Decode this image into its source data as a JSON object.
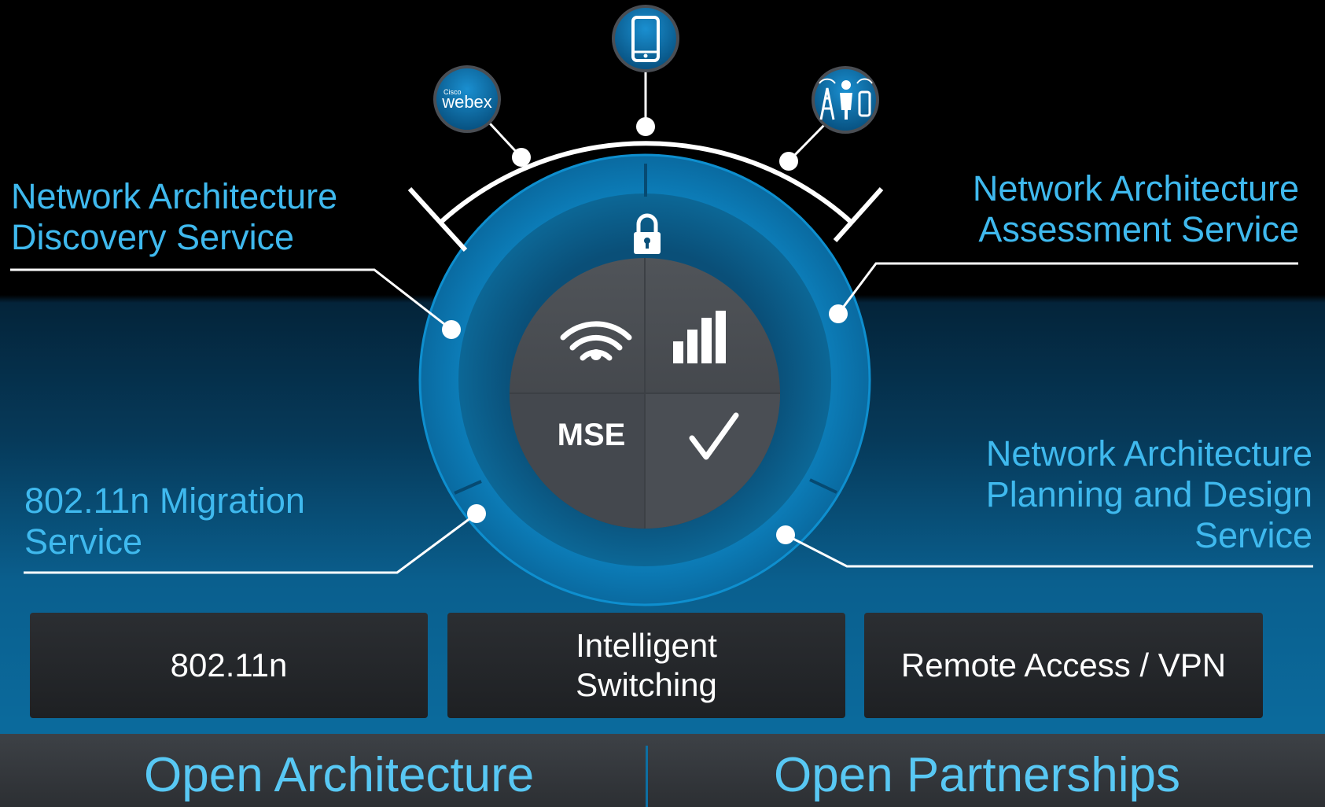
{
  "services": {
    "discovery": [
      "Network Architecture",
      "Discovery Service"
    ],
    "assessment": [
      "Network Architecture",
      "Assessment Service"
    ],
    "migration": [
      "802.11n Migration",
      "Service"
    ],
    "planning": [
      "Network Architecture",
      "Planning and Design",
      "Service"
    ]
  },
  "hub": {
    "center_label": "MSE",
    "webex_brand": "Cisco",
    "webex_label": "webex"
  },
  "boxes": [
    {
      "lines": [
        "802.11n"
      ]
    },
    {
      "lines": [
        "Intelligent",
        "Switching"
      ]
    },
    {
      "lines": [
        "Remote Access / VPN"
      ]
    }
  ],
  "bottom": {
    "left": "Open Architecture",
    "right": "Open Partnerships"
  },
  "icons": [
    "mobile-phone-icon",
    "webex-icon",
    "wireless-tower-icon",
    "lock-icon",
    "wifi-icon",
    "signal-bars-icon",
    "checkmark-icon"
  ],
  "colors": {
    "label_blue": "#3fb9ee",
    "ring_blue": "#0b78b3",
    "bottom_text": "#58c8f4"
  }
}
